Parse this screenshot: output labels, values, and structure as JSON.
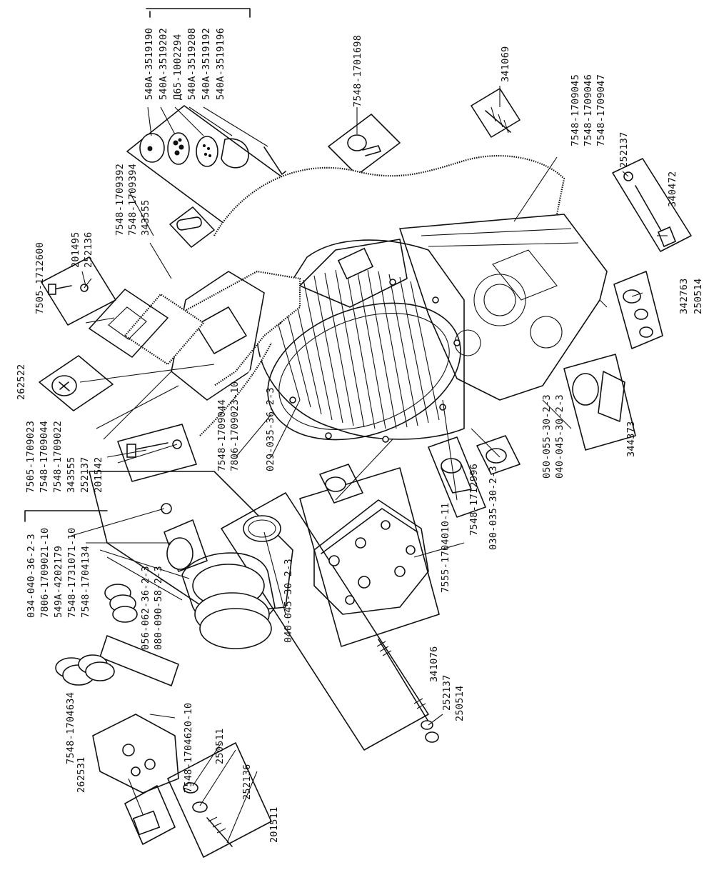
{
  "labels": {
    "l_540a_3519190": "540А-3519190",
    "l_540a_3519202": "540А-3519202",
    "l_d65_1002294": "Д65-1002294",
    "l_540a_3519208": "540А-3519208",
    "l_540a_3519192": "540А-3519192",
    "l_540a_3519196": "540А-3519196",
    "l_7548_1701698": "7548-1701698",
    "l_341069": "341069",
    "l_7548_1709045": "7548-1709045",
    "l_7548_1709046": "7548-1709046",
    "l_7548_1709047": "7548-1709047",
    "l_252137_top": "252137",
    "l_340472": "340472",
    "l_7548_1709392": "7548-1709392",
    "l_7548_1709394": "7548-1709394",
    "l_343555_top": "343555",
    "l_201495": "201495",
    "l_252136_top": "252136",
    "l_7505_1712600": "7505-1712600",
    "l_262522": "262522",
    "l_342763": "342763",
    "l_250514_right": "250514",
    "l_344373": "344373",
    "l_050_055_30_2_3": "050-055-30-2-3",
    "l_040_045_30_2_3_right": "040-045-30-2-3",
    "l_7548_1709044_mid": "7548-1709044",
    "l_7806_1709023_10": "7806-1709023-10",
    "l_029_035_36_2_3": "029-035-36-2-3",
    "l_030_035_30_2_3": "030-035-30-2-3",
    "l_7548_1712996": "7548-1712996",
    "l_7555_1704010_11": "7555-1704010-11",
    "l_7505_1709023": "7505-1709023",
    "l_7548_1709044_left": "7548-1709044",
    "l_7548_1709022": "7548-1709022",
    "l_343555_left": "343555",
    "l_252137_left": "252137",
    "l_201542": "201542",
    "l_034_040_36_2_3": "034-040-36-2-3",
    "l_7806_1709021_10": "7806-1709021-10",
    "l_549a_4202179": "549А-4202179",
    "l_7548_1731071_10": "7548-1731071-10",
    "l_7548_1704134": "7548-1704134",
    "l_056_062_36_2_3": "056-062-36-2-3",
    "l_080_090_58_2_3": "080-090-58-2-3",
    "l_040_045_30_2_3_center": "040-045-30-2-3",
    "l_341076": "341076",
    "l_252137_bottom": "252137",
    "l_250514_bottom": "250514",
    "l_7548_1704620_10": "7548-1704620-10",
    "l_7548_1704634": "7548-1704634",
    "l_262531": "262531",
    "l_250511": "250511",
    "l_252136_bottom": "252136",
    "l_201511": "201511"
  }
}
